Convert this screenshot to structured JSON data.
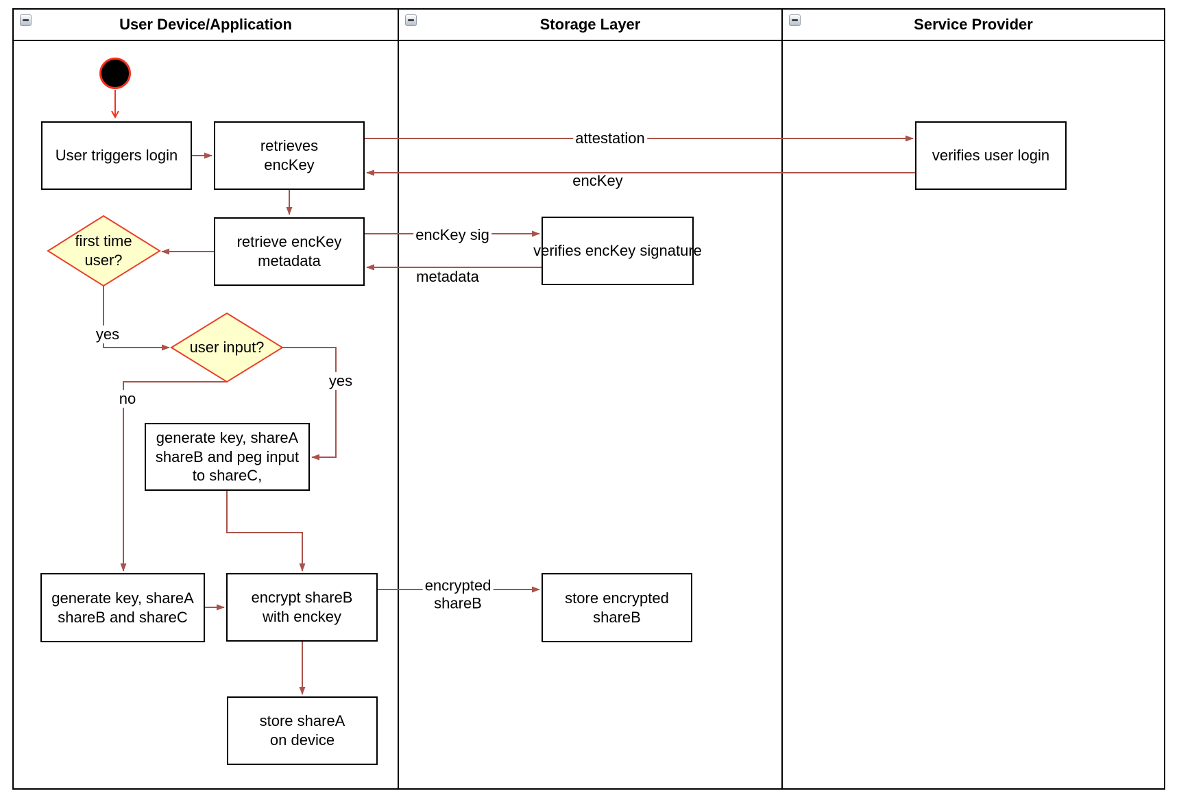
{
  "lanes": [
    {
      "title": "User Device/Application"
    },
    {
      "title": "Storage Layer"
    },
    {
      "title": "Service Provider"
    }
  ],
  "nodes": {
    "user_triggers_login": {
      "label": "User triggers login"
    },
    "retrieves_enckey": {
      "label": "retrieves\nencKey"
    },
    "verifies_user_login": {
      "label": "verifies user login"
    },
    "retrieve_enckey_metadata": {
      "label": "retrieve encKey\nmetadata"
    },
    "verifies_enckey_signature": {
      "label": "verifies encKey signature"
    },
    "first_time_user": {
      "label": "first time\nuser?"
    },
    "user_input": {
      "label": "user input?"
    },
    "generate_key_peg_input": {
      "label": "generate key, shareA\nshareB and peg input\nto shareC,"
    },
    "generate_key_sharec": {
      "label": "generate key, shareA\nshareB and shareC"
    },
    "encrypt_shareb": {
      "label": "encrypt shareB\nwith enckey"
    },
    "store_encrypted_shareb": {
      "label": "store encrypted\nshareB"
    },
    "store_sharea": {
      "label": "store shareA\non device"
    }
  },
  "edge_labels": {
    "attestation": "attestation",
    "enckey": "encKey",
    "enckey_sig": "encKey sig",
    "metadata": "metadata",
    "encrypted_shareb": "encrypted\nshareB",
    "yes_first_time": "yes",
    "no_user_input": "no",
    "yes_user_input": "yes"
  },
  "colors": {
    "edge": "#a8534b",
    "start_edge": "#f5301d",
    "decision_fill": "#ffffcc",
    "decision_stroke": "#e8402a",
    "node_border": "#000000",
    "lane_border": "#000000"
  }
}
